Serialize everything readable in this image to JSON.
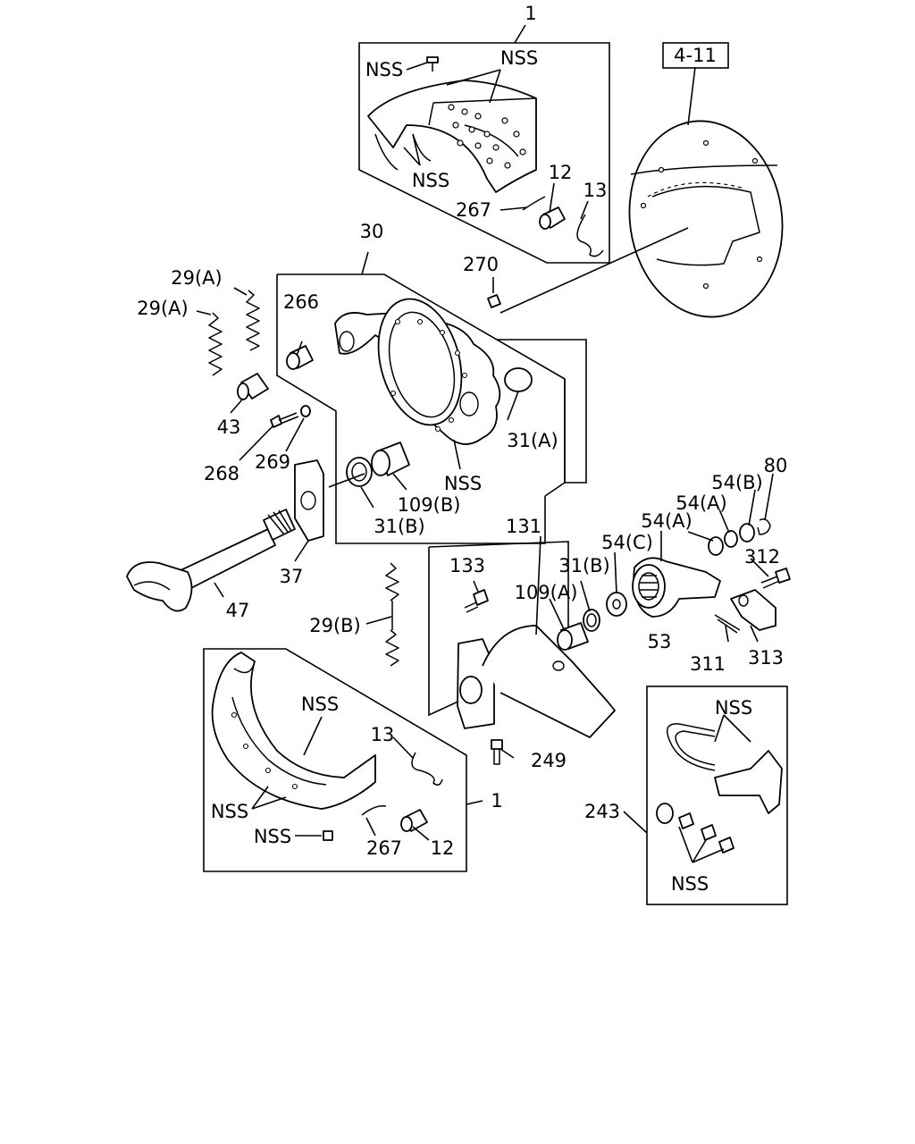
{
  "ref_box": "4-11",
  "labels": {
    "shoe_top_assembly": "1",
    "shoe_top_nss_rivet": "NSS",
    "shoe_top_nss_lining": "NSS",
    "shoe_top_nss_shoe": "NSS",
    "roller_top": "12",
    "spring_clip_top": "13",
    "wire_top": "267",
    "spider_assembly": "30",
    "nut_270": "270",
    "bushing_266": "266",
    "spring_29a_1": "29(A)",
    "spring_29a_2": "29(A)",
    "anchor_pin_43": "43",
    "bolt_268": "268",
    "washer_269": "269",
    "plug_31a": "31(A)",
    "spider_nss": "NSS",
    "seal_31b_left": "31(B)",
    "bushing_109b": "109(B)",
    "plate_37": "37",
    "camshaft_47": "47",
    "spring_29b": "29(B)",
    "bracket_131": "131",
    "bolt_133": "133",
    "bushing_109a": "109(A)",
    "seal_31b_right": "31(B)",
    "washer_54c": "54(C)",
    "washer_54a_1": "54(A)",
    "washer_54a_2": "54(A)",
    "washer_54b": "54(B)",
    "ring_80": "80",
    "bolt_312": "312",
    "adjuster_53": "53",
    "pin_311": "311",
    "clevis_313": "313",
    "fitting_249": "249",
    "kit_243": "243",
    "kit_nss_ubolt": "NSS",
    "kit_nss_nuts": "NSS",
    "shoe_bottom_assembly": "1",
    "shoe_bottom_nss_lining": "NSS",
    "shoe_bottom_nss_shoes": "NSS",
    "shoe_bottom_nss_rivet": "NSS",
    "spring_clip_bottom": "13",
    "wire_bottom": "267",
    "roller_bottom": "12"
  }
}
